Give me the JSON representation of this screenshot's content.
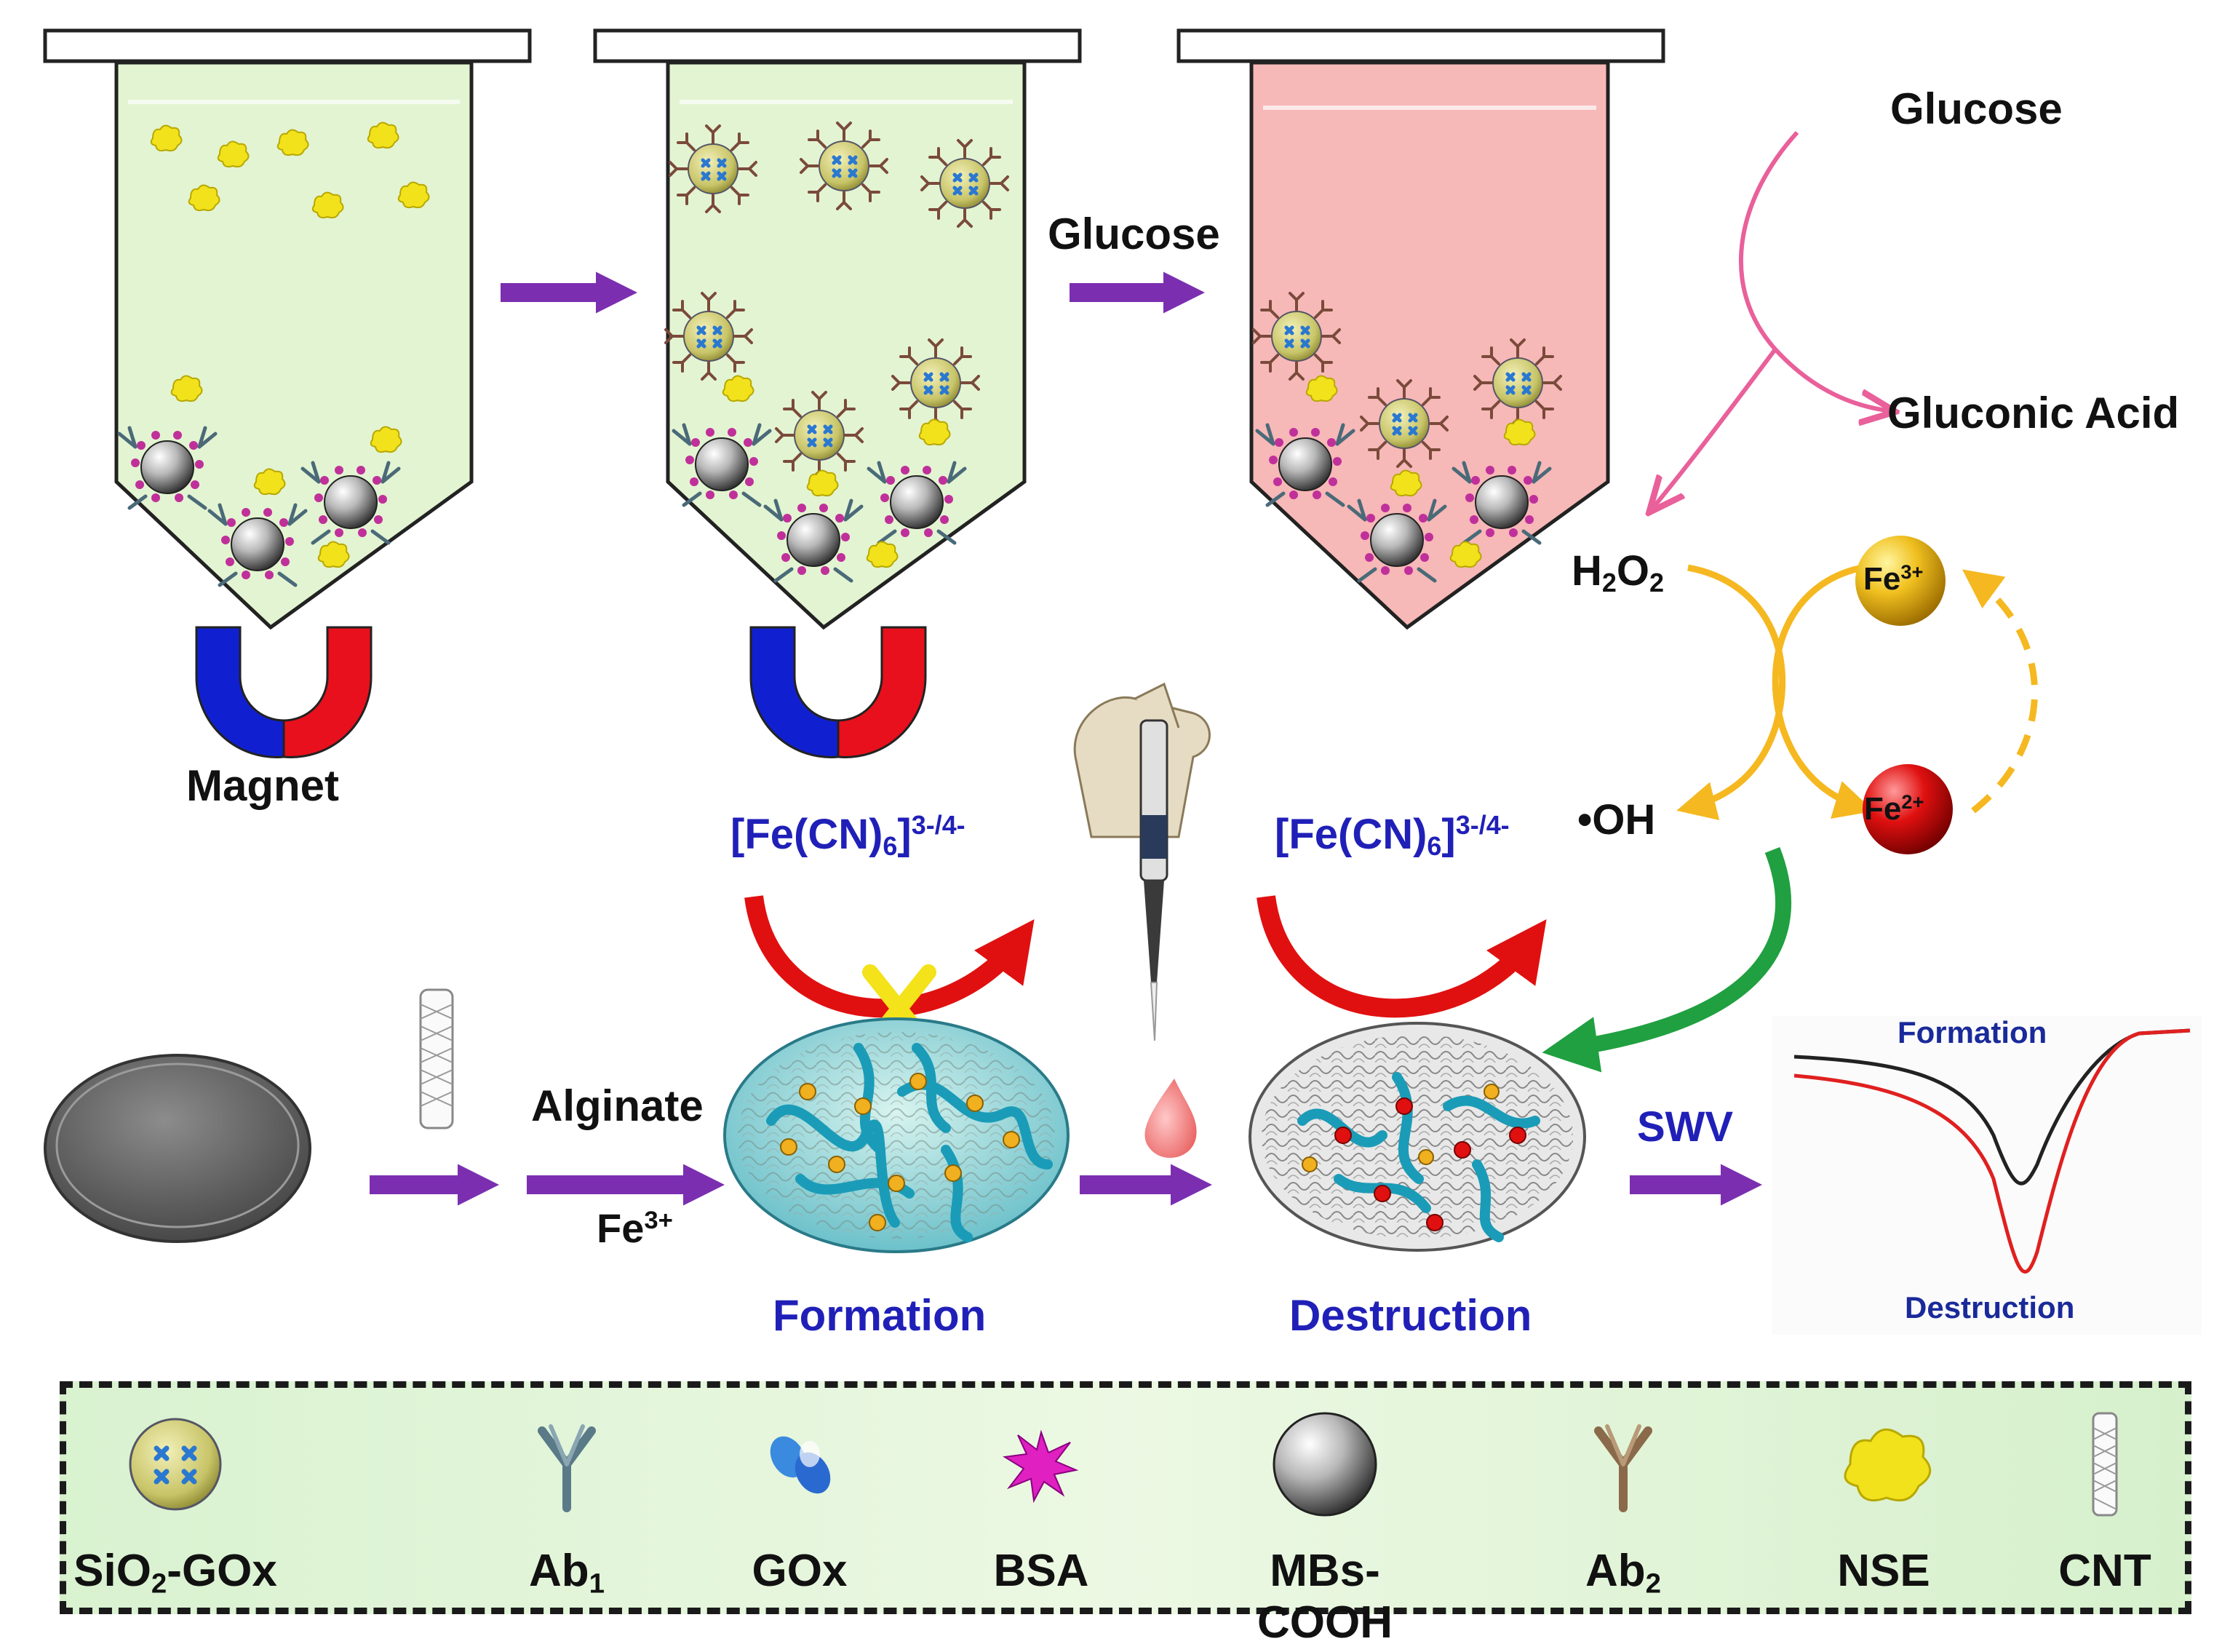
{
  "labels": {
    "glucose_top": "Glucose",
    "glucose_arrow": "Glucose",
    "gluconic_acid": "Gluconic Acid",
    "h2o2": {
      "base": "H",
      "sub1": "2",
      "mid": "O",
      "sub2": "2"
    },
    "oh_radical": "•OH",
    "magnet": "Magnet",
    "alginate": "Alginate",
    "fe3_reagent": {
      "base": "Fe",
      "sup": "3+"
    },
    "ferricyanide": {
      "pre": "[Fe(CN)",
      "sub": "6",
      "post": "]",
      "sup": "3-/4-"
    },
    "formation": "Formation",
    "destruction": "Destruction",
    "swv": "SWV",
    "fe3_ion": {
      "base": "Fe",
      "sup": "3+"
    },
    "fe2_ion": {
      "base": "Fe",
      "sup": "2+"
    },
    "plot_formation": "Formation",
    "plot_destruction": "Destruction"
  },
  "legend": [
    {
      "key": "sio2-gox",
      "label_base": "SiO",
      "label_sub": "2",
      "label_post": "-GOx"
    },
    {
      "key": "ab1",
      "label_base": "Ab",
      "label_sub": "1",
      "label_post": ""
    },
    {
      "key": "gox",
      "label_base": "GOx",
      "label_sub": "",
      "label_post": ""
    },
    {
      "key": "bsa",
      "label_base": "BSA",
      "label_sub": "",
      "label_post": ""
    },
    {
      "key": "mbs-cooh",
      "label_base": "MBs-COOH",
      "label_sub": "",
      "label_post": ""
    },
    {
      "key": "ab2",
      "label_base": "Ab",
      "label_sub": "2",
      "label_post": ""
    },
    {
      "key": "nse",
      "label_base": "NSE",
      "label_sub": "",
      "label_post": ""
    },
    {
      "key": "cnt",
      "label_base": "CNT",
      "label_sub": "",
      "label_post": ""
    }
  ],
  "colors": {
    "arrow_purple": "#7b2fb0",
    "tube_green": "#e3f4d2",
    "tube_pink": "#f7b8b8",
    "magnet_red": "#e8101c",
    "magnet_blue": "#1020d0",
    "arrow_red": "#e01010",
    "arrow_pink": "#e9609a",
    "arrow_orange": "#f5b820",
    "arrow_green": "#20a040",
    "text_blue": "#2020b8",
    "curve_black": "#222222",
    "curve_red": "#e02020"
  }
}
